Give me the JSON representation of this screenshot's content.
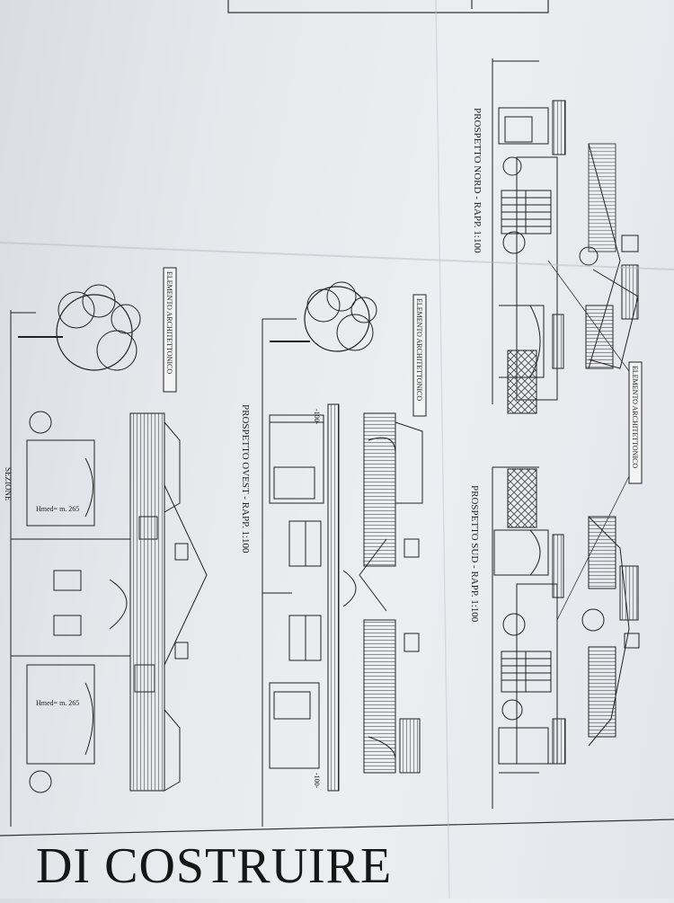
{
  "labels": {
    "prospetto_nord": "PROSPETTO NORD - RAPP. 1:100",
    "prospetto_sud": "PROSPETTO SUD - RAPP. 1:100",
    "prospetto_ovest": "PROSPETTO OVEST - RAPP. 1:100",
    "elemento_1": "ELEMENTO ARCHITETTONICO",
    "elemento_2": "ELEMENTO ARCHITETTONICO",
    "elemento_3": "ELEMENTO ARCHITETTONICO",
    "height_1": "Hmed= m. 265",
    "height_2": "Hmed= m. 265",
    "dim_1": "-100-",
    "dim_2": "-100-",
    "cut_text": "SEZIONE"
  },
  "title": "DI COSTRUIRE"
}
